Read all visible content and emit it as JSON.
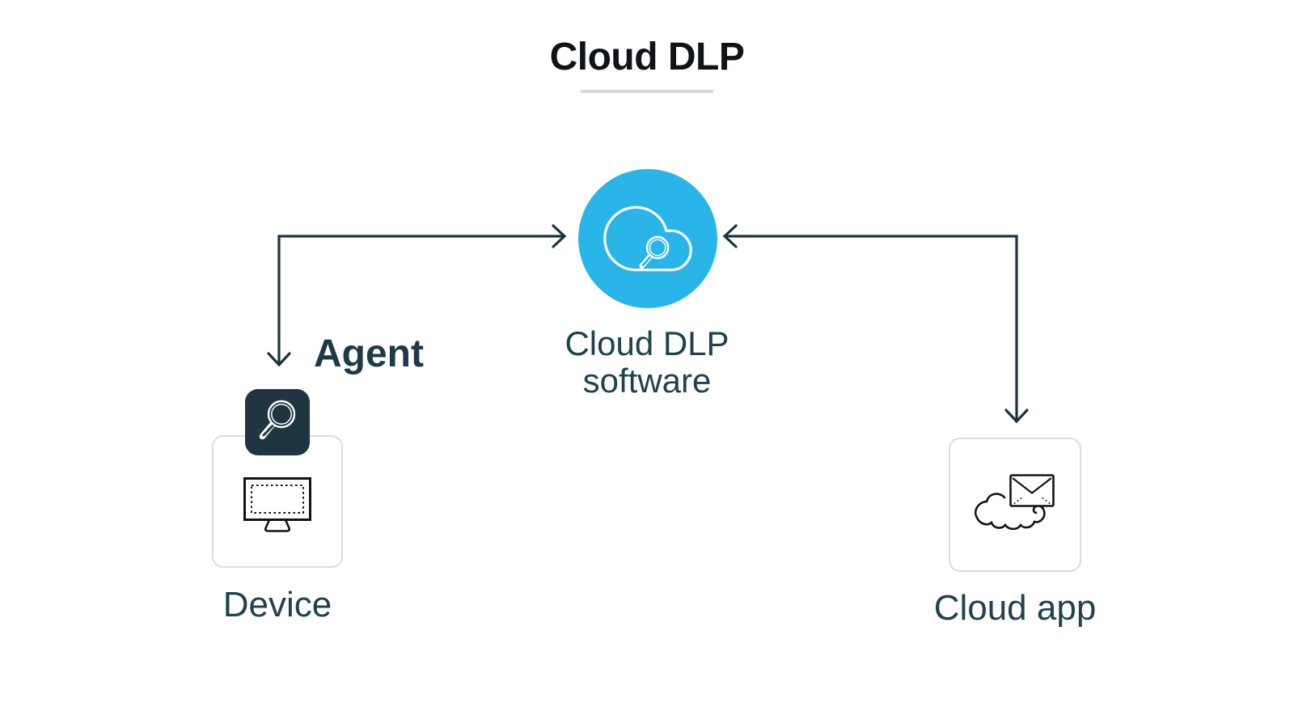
{
  "header": {
    "title": "Cloud DLP"
  },
  "diagram": {
    "center": {
      "label_lines": [
        "Cloud DLP",
        "software"
      ],
      "icon": "cloud-search-icon",
      "shape": "circle"
    },
    "left": {
      "badge_label": "Agent",
      "badge_icon": "magnifying-glass-icon",
      "label": "Device",
      "icon": "computer-monitor-icon"
    },
    "right": {
      "label": "Cloud app",
      "icon": "cloud-email-icon"
    },
    "connectors": [
      {
        "name": "device-software",
        "ends": [
          "arrow-into-software-left",
          "arrow-down-to-agent"
        ]
      },
      {
        "name": "cloudapp-software",
        "ends": [
          "arrow-into-software-right",
          "arrow-down-to-cloud-app"
        ]
      }
    ]
  },
  "colors": {
    "accent_cyan": "#29b5e8",
    "title_ink": "#101418",
    "label_ink": "#1f424c",
    "line_ink": "#1c333d",
    "badge_bg": "#1e3640",
    "box_border": "#dadcde",
    "underline": "#d9d9d9",
    "icon_ink": "#101418",
    "background": "#ffffff"
  }
}
